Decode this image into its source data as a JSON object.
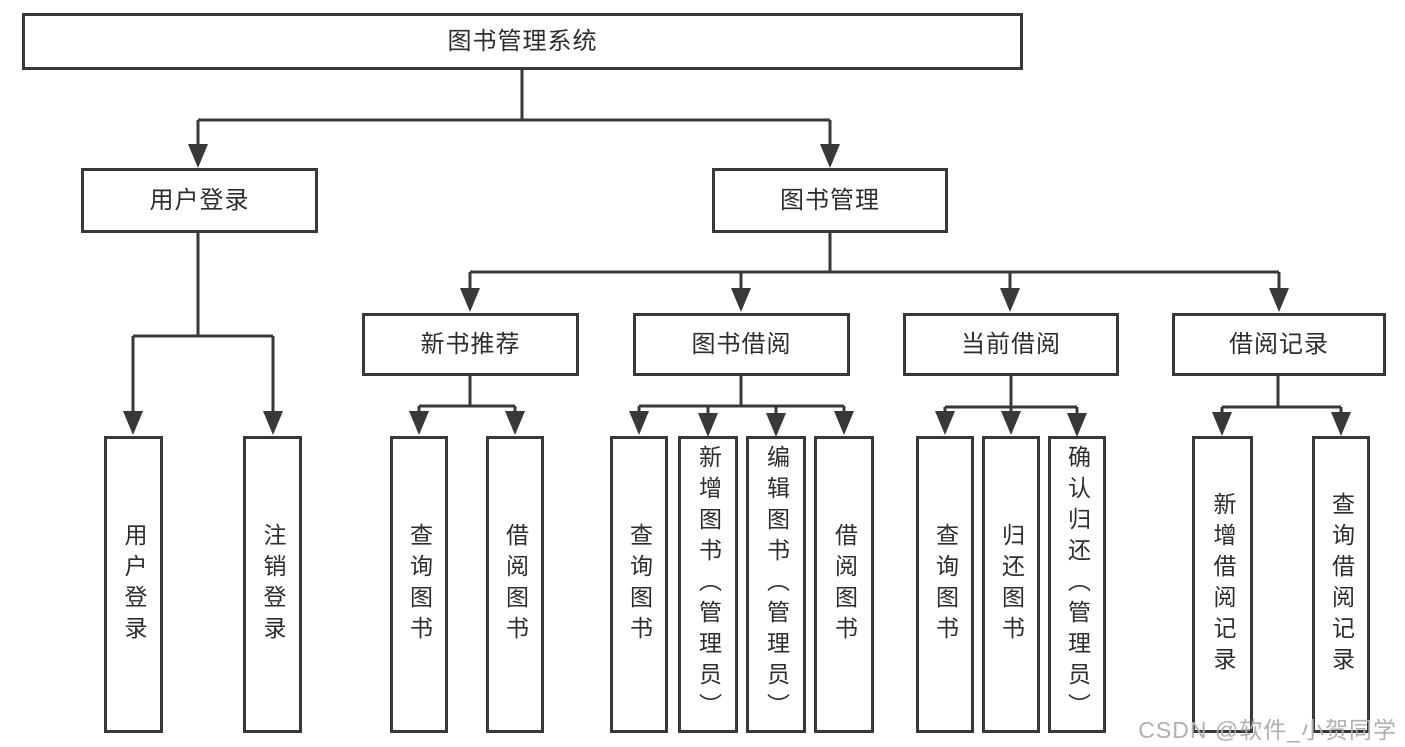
{
  "style": {
    "line_color": "#383838",
    "text_color": "#2d2d2d",
    "node_bg": "#ffffff",
    "watermark_color": "#b0b0b0"
  },
  "nodes": {
    "root": "图书管理系统",
    "user_login": "用户登录",
    "book_mgmt": "图书管理",
    "login_user": "用户登录",
    "login_logout": "注销登录",
    "new_books": "新书推荐",
    "book_borrow": "图书借阅",
    "current_borrow": "当前借阅",
    "borrow_records": "借阅记录",
    "nb_query": "查询图书",
    "nb_borrow": "借阅图书",
    "bb_query": "查询图书",
    "bb_add": "新增图书（管理员）",
    "bb_edit": "编辑图书（管理员）",
    "bb_borrow": "借阅图书",
    "cb_query": "查询图书",
    "cb_return": "归还图书",
    "cb_confirm": "确认归还（管理员）",
    "br_add": "新增借阅记录",
    "br_query": "查询借阅记录"
  },
  "tree": {
    "root": "图书管理系统",
    "children": [
      {
        "label": "用户登录",
        "children": [
          "用户登录",
          "注销登录"
        ]
      },
      {
        "label": "图书管理",
        "children": [
          {
            "label": "新书推荐",
            "children": [
              "查询图书",
              "借阅图书"
            ]
          },
          {
            "label": "图书借阅",
            "children": [
              "查询图书",
              "新增图书（管理员）",
              "编辑图书（管理员）",
              "借阅图书"
            ]
          },
          {
            "label": "当前借阅",
            "children": [
              "查询图书",
              "归还图书",
              "确认归还（管理员）"
            ]
          },
          {
            "label": "借阅记录",
            "children": [
              "新增借阅记录",
              "查询借阅记录"
            ]
          }
        ]
      }
    ]
  },
  "watermark": "CSDN @软件_小贺同学"
}
